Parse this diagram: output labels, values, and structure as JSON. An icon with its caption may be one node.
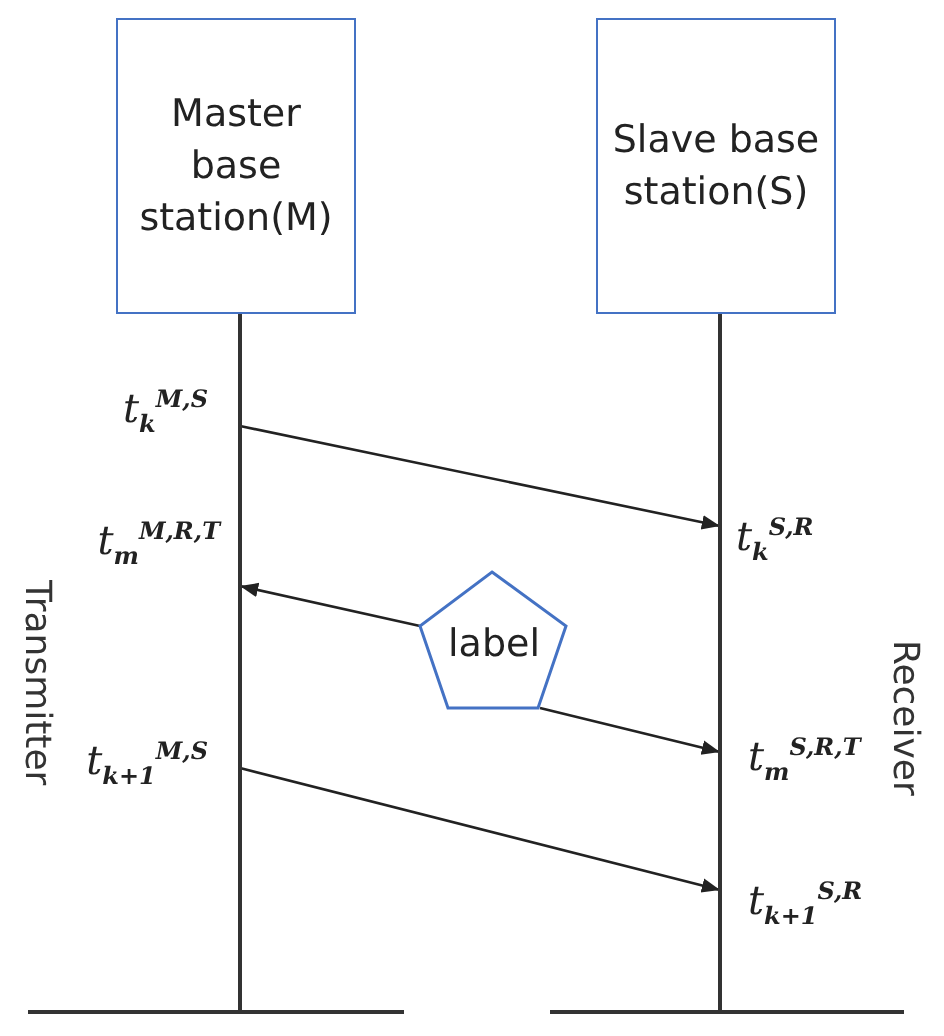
{
  "diagram": {
    "nodes": [
      {
        "text": [
          "Master base station(M)"
        ]
      },
      {
        "text": [
          "Slave base station(S)"
        ]
      },
      {
        "text": [
          "label"
        ]
      }
    ],
    "edges": [
      {
        "from": 0,
        "to": 1,
        "arrow": "to"
      },
      {
        "from": 2,
        "to": 0,
        "arrow": "to"
      },
      {
        "from": 2,
        "to": 1,
        "arrow": "to"
      },
      {
        "from": 0,
        "to": 1,
        "arrow": "to"
      }
    ],
    "labels": [
      "t$_{k}$$^{M,S}$",
      "t$_{k}$$^{S,R}$",
      "t$_{m}$$^{M,R,T}$",
      "t$_{m}$$^{S,R,T}$",
      "t$_{k+1}$$^{M,S}$",
      "t$_{k+1}$$^{S,R}$",
      "Transmitter",
      "Receiver"
    ]
  }
}
